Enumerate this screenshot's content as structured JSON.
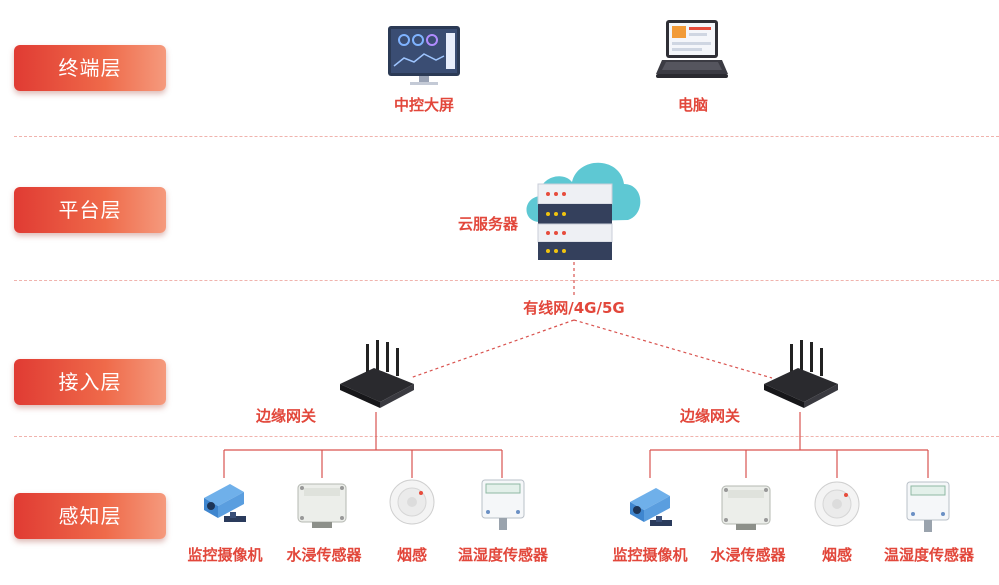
{
  "layers": [
    {
      "label": "终端层"
    },
    {
      "label": "平台层"
    },
    {
      "label": "接入层"
    },
    {
      "label": "感知层"
    }
  ],
  "terminal": {
    "screen_label": "中控大屏",
    "computer_label": "电脑"
  },
  "platform": {
    "server_label": "云服务器",
    "network_label": "有线网/4G/5G"
  },
  "access": {
    "gateways": [
      {
        "label": "边缘网关"
      },
      {
        "label": "边缘网关"
      }
    ]
  },
  "sensing": {
    "groups": [
      {
        "devices": [
          {
            "label": "监控摄像机",
            "icon": "camera-icon"
          },
          {
            "label": "水浸传感器",
            "icon": "water-sensor-icon"
          },
          {
            "label": "烟感",
            "icon": "smoke-detector-icon"
          },
          {
            "label": "温湿度传感器",
            "icon": "temp-humidity-sensor-icon"
          }
        ]
      },
      {
        "devices": [
          {
            "label": "监控摄像机",
            "icon": "camera-icon"
          },
          {
            "label": "水浸传感器",
            "icon": "water-sensor-icon"
          },
          {
            "label": "烟感",
            "icon": "smoke-detector-icon"
          },
          {
            "label": "温湿度传感器",
            "icon": "temp-humidity-sensor-icon"
          }
        ]
      }
    ]
  },
  "colors": {
    "accent": "#e2473b",
    "connector": "#d9534f",
    "divider": "#f0b3ad"
  }
}
